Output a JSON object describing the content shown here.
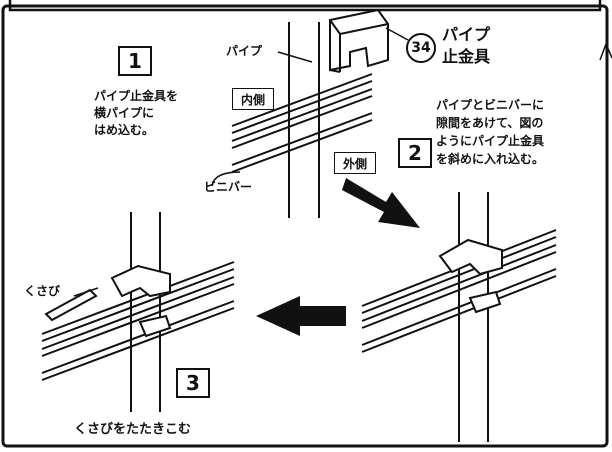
{
  "steps": {
    "step1": {
      "number": "1",
      "lines": [
        "パイプ止金具を",
        "横パイプに",
        "はめ込む。"
      ]
    },
    "step2": {
      "number": "2",
      "lines": [
        "パイプとビニバーに",
        "隙間をあけて、図の",
        "ようにパイプ止金具",
        "を斜めに入れ込む。"
      ]
    },
    "step3": {
      "number": "3",
      "caption": "くさびをたたきこむ"
    }
  },
  "labels": {
    "pipe": "パイプ",
    "inside": "内側",
    "outside": "外側",
    "vinybar": "ビニバー",
    "wedge": "くさび"
  },
  "part": {
    "number": "34",
    "name_line1": "パイプ",
    "name_line2": "止金具"
  }
}
